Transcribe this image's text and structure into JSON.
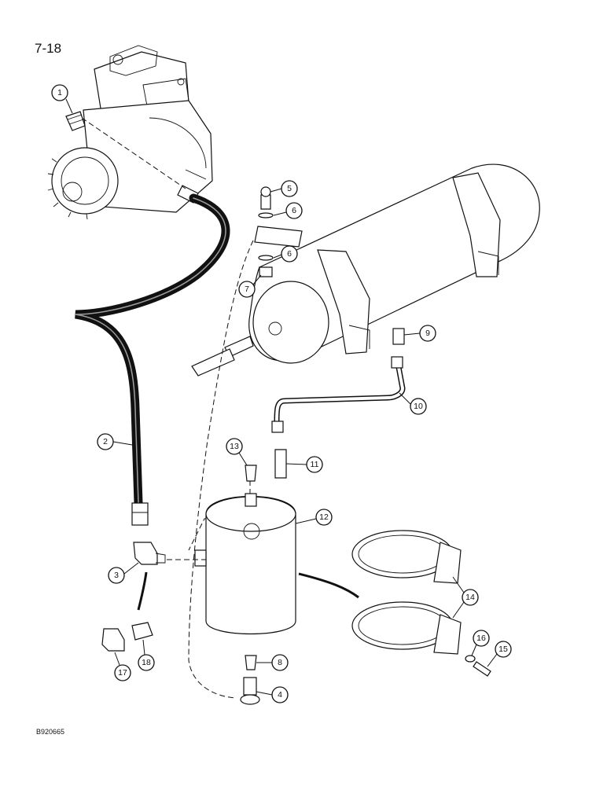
{
  "page_number": "7-18",
  "figure_code": "B920665",
  "callouts": {
    "c1": "1",
    "c2": "2",
    "c3": "3",
    "c4": "4",
    "c5": "5",
    "c6a": "6",
    "c6b": "6",
    "c7": "7",
    "c8": "8",
    "c9": "9",
    "c10": "10",
    "c11": "11",
    "c12": "12",
    "c13": "13",
    "c14": "14",
    "c15": "15",
    "c16": "16",
    "c17": "17",
    "c18": "18"
  }
}
